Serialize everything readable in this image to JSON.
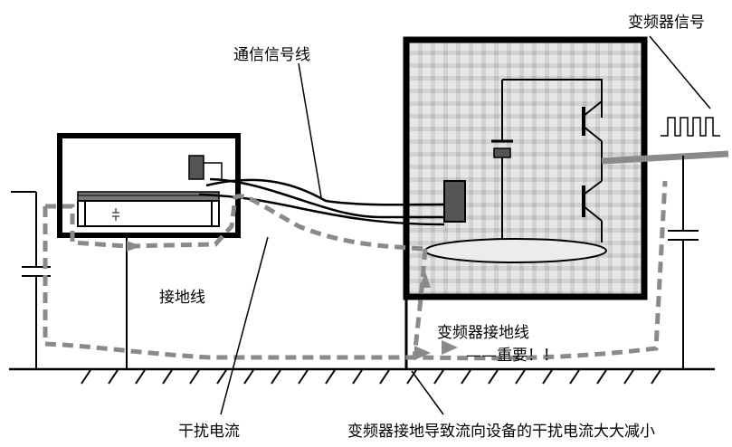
{
  "labels": {
    "signal_wire": "通信信号线",
    "vfd_signal": "变频器信号",
    "ground_wire": "接地线",
    "vfd_ground_wire": "变频器接地线",
    "important": "——重要！！",
    "interference_current": "干扰电流",
    "conclusion": "变频器接地导致流向设备的干扰电流大大减小"
  },
  "colors": {
    "line": "#000000",
    "current_path": "#8a8a8a",
    "cabinet_grid": "#c9c9c9",
    "loop_fill": "#ececec",
    "component_fill": "#555555"
  }
}
